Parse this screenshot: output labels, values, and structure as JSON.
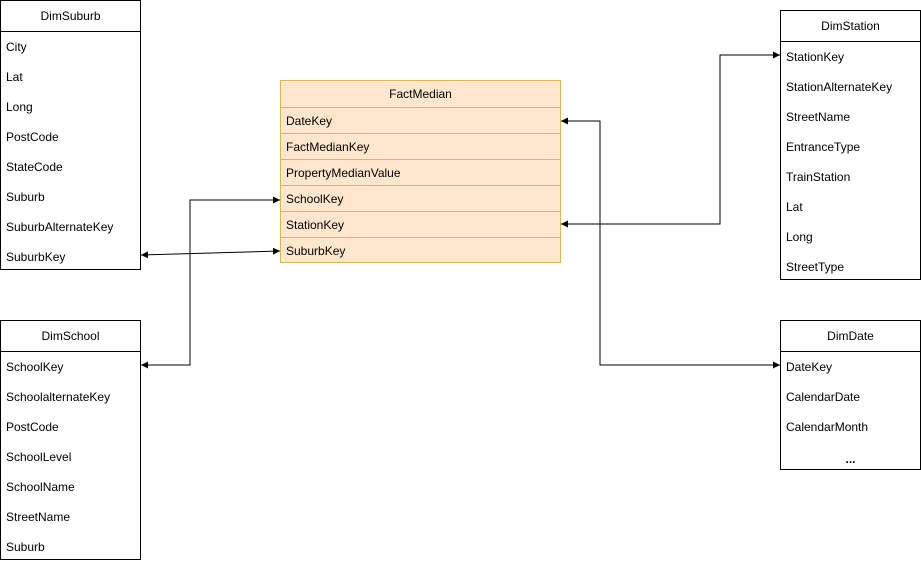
{
  "tables": {
    "dim_suburb": {
      "title": "DimSuburb",
      "fields": [
        "City",
        "Lat",
        "Long",
        "PostCode",
        "StateCode",
        "Suburb",
        "SuburbAlternateKey",
        "SuburbKey"
      ]
    },
    "dim_school": {
      "title": "DimSchool",
      "fields": [
        "SchoolKey",
        "SchoolalternateKey",
        "PostCode",
        "SchoolLevel",
        "SchoolName",
        "StreetName",
        "Suburb"
      ]
    },
    "fact_median": {
      "title": "FactMedian",
      "fields": [
        "DateKey",
        "FactMedianKey",
        "PropertyMedianValue",
        "SchoolKey",
        "StationKey",
        "SuburbKey"
      ]
    },
    "dim_station": {
      "title": "DimStation",
      "fields": [
        "StationKey",
        "StationAlternateKey",
        "StreetName",
        "EntranceType",
        "TrainStation",
        "Lat",
        "Long",
        "StreetType"
      ]
    },
    "dim_date": {
      "title": "DimDate",
      "fields": [
        "DateKey",
        "CalendarDate",
        "CalendarMonth"
      ],
      "more": "..."
    }
  },
  "colors": {
    "fact_fill": "#ffe6cc",
    "fact_stroke": "#d6b656",
    "line": "#000000"
  }
}
